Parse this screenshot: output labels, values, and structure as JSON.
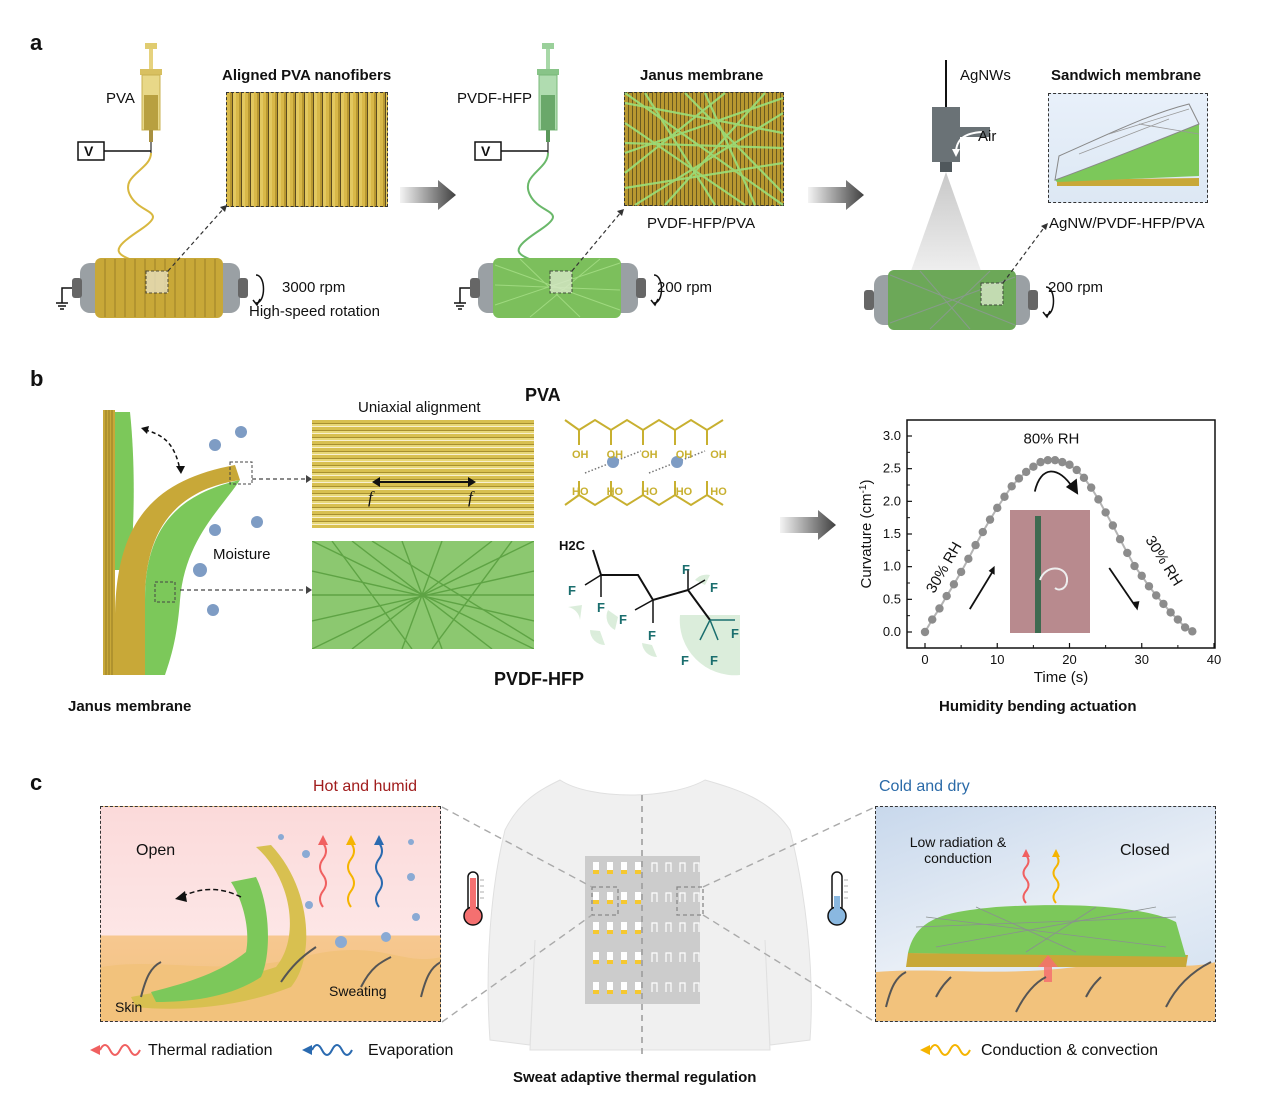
{
  "panel_a": {
    "label": "a",
    "step1": {
      "syringe_label": "PVA",
      "voltage_label": "V",
      "zoom_title": "Aligned PVA nanofibers",
      "speed": "3000 rpm",
      "speed_note": "High-speed rotation"
    },
    "step2": {
      "syringe_label": "PVDF-HFP",
      "voltage_label": "V",
      "zoom_title": "Janus membrane",
      "zoom_caption": "PVDF-HFP/PVA",
      "speed": "200 rpm"
    },
    "step3": {
      "input_label": "AgNWs",
      "air_label": "Air",
      "zoom_title": "Sandwich membrane",
      "zoom_caption": "AgNW/PVDF-HFP/PVA",
      "speed": "200 rpm"
    }
  },
  "panel_b": {
    "label": "b",
    "janus_caption": "Janus membrane",
    "moisture_label": "Moisture",
    "alignment_label": "Uniaxial alignment",
    "force_label": "f",
    "pva_title": "PVA",
    "pvdf_title": "PVDF-HFP",
    "pva_groups_top": [
      "OH",
      "OH",
      "OH",
      "OH",
      "OH"
    ],
    "pva_groups_bottom": [
      "HO",
      "HO",
      "HO",
      "HO",
      "HO"
    ],
    "pvdf_h2c": "H2C",
    "pvdf_f": "F",
    "chart_caption": "Humidity bending actuation",
    "colors": {
      "pva": "#b8a02a",
      "pvdf": "#6aa84f",
      "fluorine": "#1a6e6e",
      "water": "#7e9cc4"
    }
  },
  "chart_data": {
    "type": "line",
    "title": "",
    "xlabel": "Time (s)",
    "ylabel": "Curvature (cm-1)",
    "xlim": [
      -2.5,
      40
    ],
    "ylim": [
      -0.25,
      3.2
    ],
    "xticks": [
      0,
      10,
      20,
      30,
      40
    ],
    "yticks": [
      0.0,
      0.5,
      1.0,
      1.5,
      2.0,
      2.5,
      3.0
    ],
    "ytick_labels": [
      "0.0",
      "0.5",
      "1.0",
      "1.5",
      "2.0",
      "2.5",
      "3.0"
    ],
    "grid": false,
    "series": [
      {
        "name": "Curvature",
        "marker": "circle",
        "color": "#8c8c8c",
        "x": [
          0,
          1,
          2,
          3,
          4,
          5,
          6,
          7,
          8,
          9,
          10,
          11,
          12,
          13,
          14,
          15,
          16,
          17,
          18,
          19,
          20,
          21,
          22,
          23,
          24,
          25,
          26,
          27,
          28,
          29,
          30,
          31,
          32,
          33,
          34,
          35,
          36,
          37
        ],
        "y": [
          0.0,
          0.19,
          0.36,
          0.55,
          0.73,
          0.92,
          1.12,
          1.33,
          1.53,
          1.72,
          1.9,
          2.07,
          2.23,
          2.35,
          2.45,
          2.53,
          2.6,
          2.63,
          2.63,
          2.6,
          2.56,
          2.48,
          2.36,
          2.21,
          2.03,
          1.83,
          1.63,
          1.42,
          1.21,
          1.01,
          0.86,
          0.7,
          0.56,
          0.43,
          0.3,
          0.19,
          0.07,
          0.01
        ]
      }
    ],
    "annotations": [
      "30% RH",
      "80% RH",
      "30% RH"
    ]
  },
  "panel_c": {
    "label": "c",
    "hot_title": "Hot and humid",
    "cold_title": "Cold and dry",
    "open_label": "Open",
    "skin_label": "Skin",
    "sweating_label": "Sweating",
    "closed_label": "Closed",
    "low_rad_label": "Low radiation & conduction",
    "legend_thermal": "Thermal radiation",
    "legend_evap": "Evaporation",
    "legend_conduction": "Conduction & convection",
    "center_caption": "Sweat adaptive thermal regulation",
    "colors": {
      "hot": "#a01c1c",
      "cold": "#2a6aa8",
      "thermal": "#f06060",
      "evap": "#2a6ab0",
      "conduction": "#f5b400"
    }
  }
}
